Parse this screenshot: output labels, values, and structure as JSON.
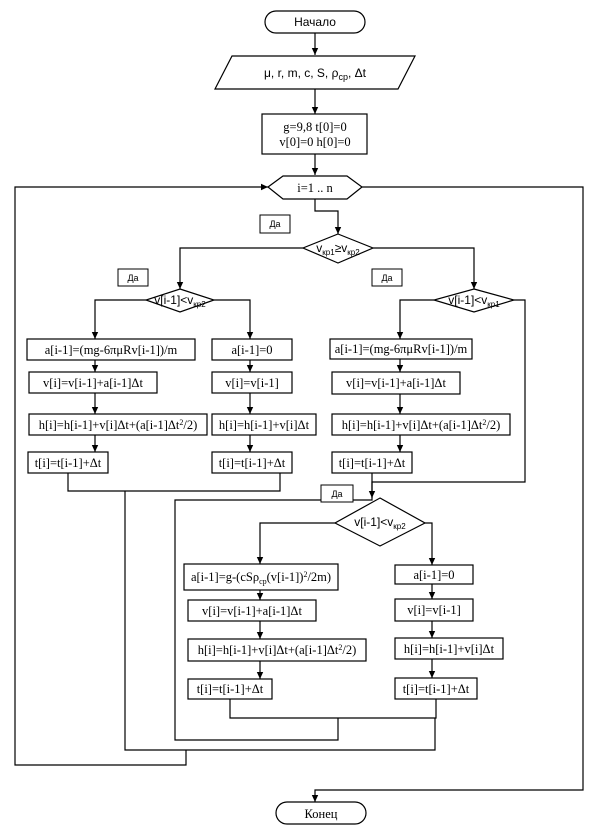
{
  "start_label": "Начало",
  "end_label": "Конец",
  "input": {
    "prefix": "μ, r, m, c, S, ρ",
    "sub": "ср",
    "suffix": ", Δt"
  },
  "init": {
    "line1": "g=9,8 t[0]=0",
    "line2": "v[0]=0 h[0]=0"
  },
  "loop_label": "i=1 .. n",
  "yes_label": "Да",
  "decision_main": {
    "v1": "v",
    "s1": "кр1",
    "op": "≥v",
    "s2": "кр2"
  },
  "decision_left": {
    "text": "v[i-1]<v",
    "sub": "кр2"
  },
  "decision_right": {
    "text": "v[i-1]<v",
    "sub": "кр1"
  },
  "decision_lower": {
    "text": "v[i-1]<v",
    "sub": "кр2"
  },
  "left_yes": {
    "a": "a[i-1]=(mg-6πμRv[i-1])/m",
    "v": "v[i]=v[i-1]+a[i-1]Δt",
    "h_main": "h[i]=h[i-1]+v[i]Δt+(a[i-1]Δt",
    "h_sup": "2",
    "h_tail": "/2)",
    "t": "t[i]=t[i-1]+Δt"
  },
  "left_no": {
    "a": "a[i-1]=0",
    "v": "v[i]=v[i-1]",
    "h": "h[i]=h[i-1]+v[i]Δt",
    "t": "t[i]=t[i-1]+Δt"
  },
  "right_yes": {
    "a": "a[i-1]=(mg-6πμRv[i-1])/m",
    "v": "v[i]=v[i-1]+a[i-1]Δt",
    "h_main": "h[i]=h[i-1]+v[i]Δt+(a[i-1]Δt",
    "h_sup": "2",
    "h_tail": "/2)",
    "t": "t[i]=t[i-1]+Δt"
  },
  "lower_yes": {
    "a_pre": "a[i-1]=g-(cSρ",
    "a_sub": "ср",
    "a_mid": "(v[i-1])",
    "a_sup": "2",
    "a_tail": "/2m)",
    "v": "v[i]=v[i-1]+a[i-1]Δt",
    "h_main": "h[i]=h[i-1]+v[i]Δt+(a[i-1]Δt",
    "h_sup": "2",
    "h_tail": "/2)",
    "t": "t[i]=t[i-1]+Δt"
  },
  "lower_no": {
    "a": "a[i-1]=0",
    "v": "v[i]=v[i-1]",
    "h": "h[i]=h[i-1]+v[i]Δt",
    "t": "t[i]=t[i-1]+Δt"
  }
}
